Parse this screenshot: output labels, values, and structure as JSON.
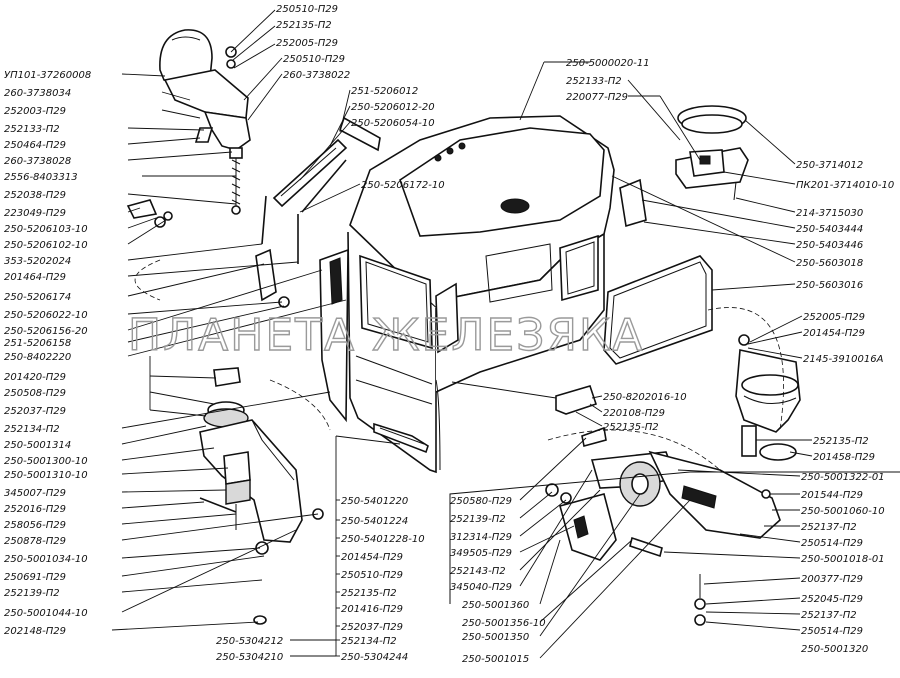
{
  "watermark": "ПЛАНЕТА ЖЕЛЕЗЯКА",
  "labels": {
    "l01": "250510-П29",
    "l02": "252135-П2",
    "l03": "252005-П29",
    "l04": "УП101-37260008",
    "l05": "250510-П29",
    "l06": "260-3738022",
    "l07": "260-3738034",
    "l08": "251-5206012",
    "l09": "252003-П29",
    "l10": "250-5206012-20",
    "l11": "250-5206054-10",
    "l12": "252133-П2",
    "l13": "250464-П29",
    "l14": "260-3738028",
    "l15": "2556-8403313",
    "l16": "250-5206172-10",
    "l17": "252038-П29",
    "l18": "223049-П29",
    "l19": "250-5206103-10",
    "l20": "250-5206102-10",
    "l21": "353-5202024",
    "l22": "201464-П29",
    "l23": "250-5206174",
    "l24": "250-5206022-10",
    "l25": "250-5206156-20",
    "l26": "251-5206158",
    "l27": "250-8402220",
    "l28": "201420-П29",
    "l29": "250508-П29",
    "l30": "252037-П29",
    "l31": "252134-П2",
    "l32": "250-5001314",
    "l33": "250-5001300-10",
    "l34": "250-5001310-10",
    "l35": "345007-П29",
    "l36": "252016-П29",
    "l37": "258056-П29",
    "l38": "250878-П29",
    "l39": "250-5001034-10",
    "l40": "250691-П29",
    "l41": "252139-П2",
    "l42": "250-5001044-10",
    "l43": "202148-П29",
    "r01": "250-5000020-11",
    "r02": "252133-П2",
    "r03": "220077-П29",
    "r04": "250-3714012",
    "r05": "ПК201-3714010-10",
    "r06": "214-3715030",
    "r07": "250-5403444",
    "r08": "250-5403446",
    "r09": "250-5603018",
    "r10": "250-5603016",
    "r11": "252005-П29",
    "r12": "201454-П29",
    "r13": "2145-3910016А",
    "r14": "250-8202016-10",
    "r15": "220108-П29",
    "r16": "252135-П2",
    "r17": "252135-П2",
    "r18": "201458-П29",
    "r19": "250-5001322-01",
    "r20": "201544-П29",
    "r21": "250-5001060-10",
    "r22": "252137-П2",
    "r23": "250514-П29",
    "r24": "250-5001018-01",
    "r25": "200377-П29",
    "r26": "252045-П29",
    "r27": "252137-П2",
    "r28": "250514-П29",
    "r29": "250-5001320",
    "c01": "250-5401220",
    "c02": "250-5401224",
    "c03": "250-5401228-10",
    "c04": "201454-П29",
    "c05": "250510-П29",
    "c06": "252135-П2",
    "c07": "201416-П29",
    "c08": "252037-П29",
    "c09": "250-5304212",
    "c10": "252134-П2",
    "c11": "250-5304210",
    "c12": "250-5304244",
    "m01": "250580-П29",
    "m02": "252139-П2",
    "m03": "312314-П29",
    "m04": "349505-П29",
    "m05": "252143-П2",
    "m06": "345040-П29",
    "m07": "250-5001360",
    "m08": "250-5001356-10",
    "m09": "250-5001350",
    "m10": "250-5001015"
  }
}
